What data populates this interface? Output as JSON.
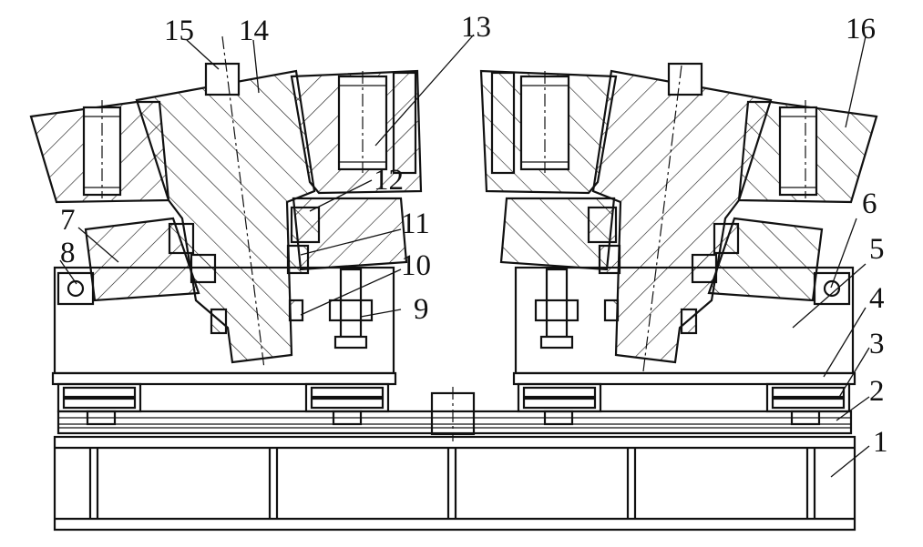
{
  "labels": {
    "l1": "1",
    "l2": "2",
    "l3": "3",
    "l4": "4",
    "l5": "5",
    "l6": "6",
    "l7": "7",
    "l8": "8",
    "l9": "9",
    "l10": "10",
    "l11": "11",
    "l12": "12",
    "l13": "13",
    "l14": "14",
    "l15": "15",
    "l16": "16"
  },
  "colors": {
    "line": "#111111",
    "background": "#ffffff"
  }
}
